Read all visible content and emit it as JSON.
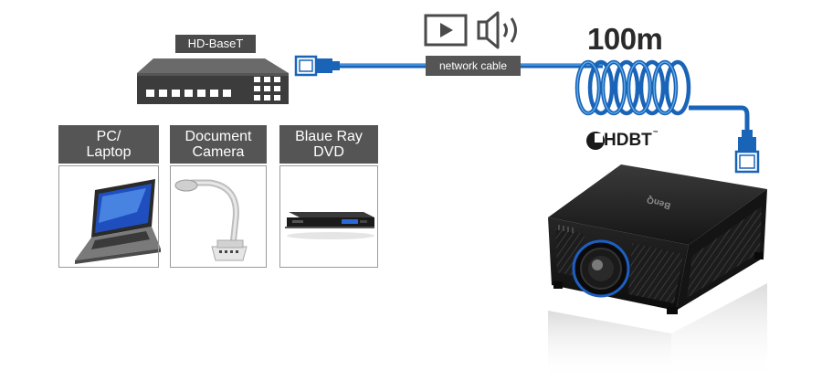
{
  "transmitter": {
    "label": "HD-BaseT"
  },
  "cable": {
    "label": "network cable",
    "distance": "100m"
  },
  "media_icons": [
    "play-icon",
    "speaker-icon"
  ],
  "sources": [
    {
      "line1": "PC/",
      "line2": "Laptop",
      "icon": "laptop-icon"
    },
    {
      "line1": "Document",
      "line2": "Camera",
      "icon": "document-camera-icon"
    },
    {
      "line1": "Blaue Ray",
      "line2": "DVD",
      "icon": "bluray-player-icon"
    }
  ],
  "hdbt_logo": {
    "text": "HDBT",
    "mark": "™"
  },
  "projector": {
    "brand": "BenQ"
  },
  "colors": {
    "cable": "#1a64b8",
    "cable_light": "#4a9ce0",
    "label_bg": "#555555"
  }
}
